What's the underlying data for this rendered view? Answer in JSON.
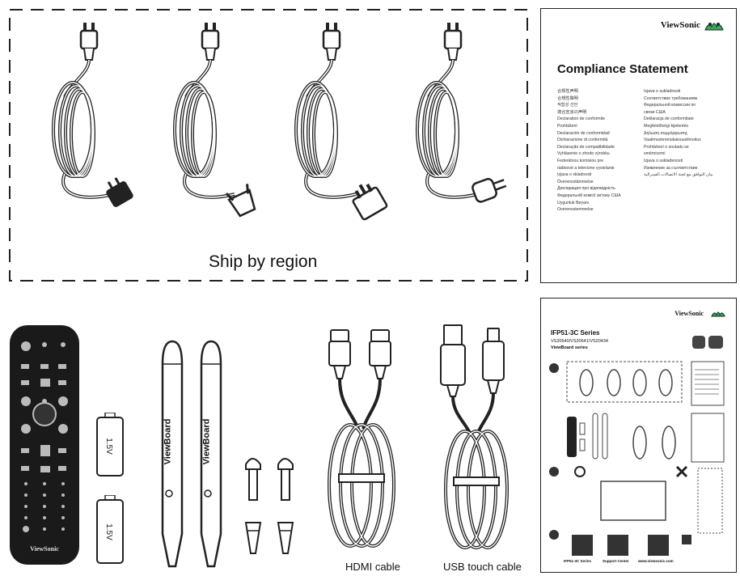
{
  "ship_label": "Ship by region",
  "compliance": {
    "brand": "ViewSonic",
    "title": "Compliance Statement",
    "left_items": [
      "合规性声明",
      "合規性聲明",
      "적합성 선언",
      "適合宣言の声明",
      "Declaration de conformite",
      "Prohlášení",
      "Declaración de conformidad",
      "Dichiarazione di conformità",
      "Declaração de compatibilidade",
      "Vyhlásenie o zhode výrobku",
      "Federálnou komisiou pre",
      "rádioové a televízne vysielanie",
      "Izjava o skladnosti",
      "Överensstämmelse",
      "Декларация про відповідність",
      "Федеральній комісії зв'язку США",
      "Uygunluk Beyanı",
      "Overensstemmelse"
    ],
    "right_items": [
      "Izjava o sukladnosti",
      "Соответствие требованиям",
      "Федеральной комиссии по",
      "связи США",
      "Deklaracja de conformitate",
      "Megfelelőségi kijelentés",
      "Δήλωση συμμόρφωσης",
      "Vaatimustenmukaisuusilmoitus",
      "Prohlášení o souladu se",
      "směrnicemi",
      "Izjava o usklađenosti",
      "Изявление за съответствие",
      "بيان التوافق مع لجنة الاتصالات الفيدرالية"
    ]
  },
  "remote": {
    "brand": "ViewSonic"
  },
  "batteries": [
    {
      "label": "1.5V"
    },
    {
      "label": "1.5V"
    }
  ],
  "pens": [
    {
      "brand": "ViewBoard"
    },
    {
      "brand": "ViewBoard"
    }
  ],
  "cables": {
    "hdmi_label": "HDMI cable",
    "usb_label": "USB touch cable"
  },
  "guide": {
    "brand": "ViewSonic",
    "series": "IFP51-3C Series",
    "models": "VS20640/VS20641/VS20434",
    "subtitle": "ViewBoard series",
    "footer_items": [
      "IFP51-3C Series",
      "Support Center",
      "www.viewsonic.com"
    ]
  }
}
